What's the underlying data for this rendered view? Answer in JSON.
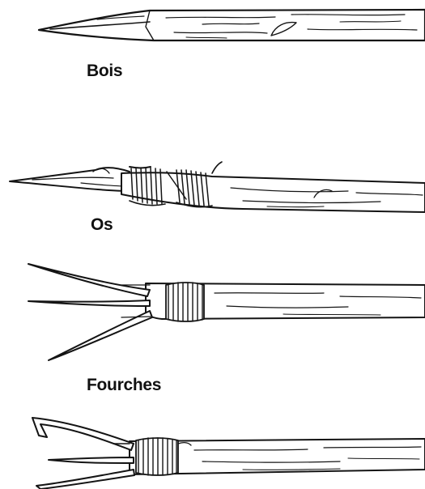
{
  "labels": {
    "wood": "Bois",
    "bone": "Os",
    "forks": "Fourches"
  },
  "colors": {
    "ink": "#141414",
    "background": "#ffffff"
  }
}
